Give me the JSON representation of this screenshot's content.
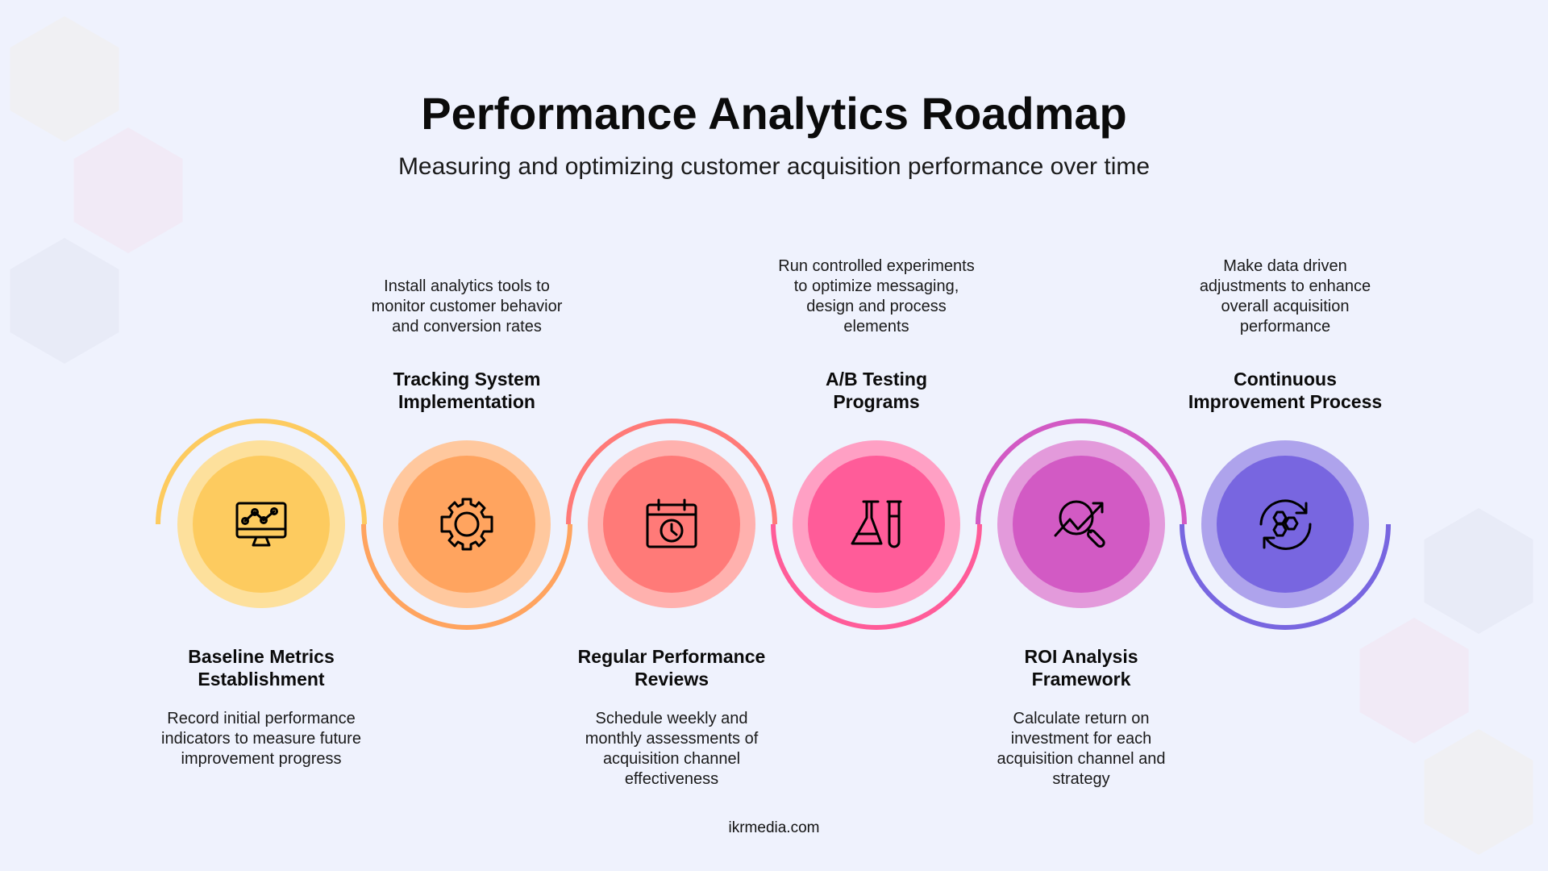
{
  "title": "Performance Analytics Roadmap",
  "subtitle": "Measuring and optimizing customer acquisition performance over time",
  "steps": [
    {
      "title": "Baseline Metrics Establishment",
      "title_lines": [
        "Baseline Metrics",
        "Establishment"
      ],
      "description": "Record initial performance indicators to measure future improvement progress",
      "icon": "monitor-chart-icon",
      "position": "bottom",
      "color": "#fdcb5f",
      "ring": "#fde09c"
    },
    {
      "title": "Tracking System Implementation",
      "title_lines": [
        "Tracking System",
        "Implementation"
      ],
      "description": "Install analytics tools to monitor customer behavior and conversion rates",
      "icon": "gear-icon",
      "position": "top",
      "color": "#ffa45f",
      "ring": "#ffc89e"
    },
    {
      "title": "Regular Performance Reviews",
      "title_lines": [
        "Regular Performance",
        "Reviews"
      ],
      "description": "Schedule weekly and monthly assessments of acquisition channel effectiveness",
      "icon": "calendar-clock-icon",
      "position": "bottom",
      "color": "#ff7a78",
      "ring": "#ffb1ae"
    },
    {
      "title": "A/B Testing Programs",
      "title_lines": [
        "A/B Testing",
        "Programs"
      ],
      "description": "Run controlled experiments to optimize messaging, design and process elements",
      "icon": "flask-test-tube-icon",
      "position": "top",
      "color": "#ff5c99",
      "ring": "#ffa0c4"
    },
    {
      "title": "ROI Analysis Framework",
      "title_lines": [
        "ROI Analysis",
        "Framework"
      ],
      "description": "Calculate return on investment for each acquisition channel and strategy",
      "icon": "magnifier-trend-icon",
      "position": "bottom",
      "color": "#d25ac4",
      "ring": "#e39adb"
    },
    {
      "title": "Continuous Improvement Process",
      "title_lines": [
        "Continuous",
        "Improvement Process"
      ],
      "description": "Make data driven adjustments to enhance overall acquisition performance",
      "icon": "refresh-hexagons-icon",
      "position": "top",
      "color": "#7866e0",
      "ring": "#aea3ec"
    }
  ],
  "footer": "ikrmedia.com"
}
